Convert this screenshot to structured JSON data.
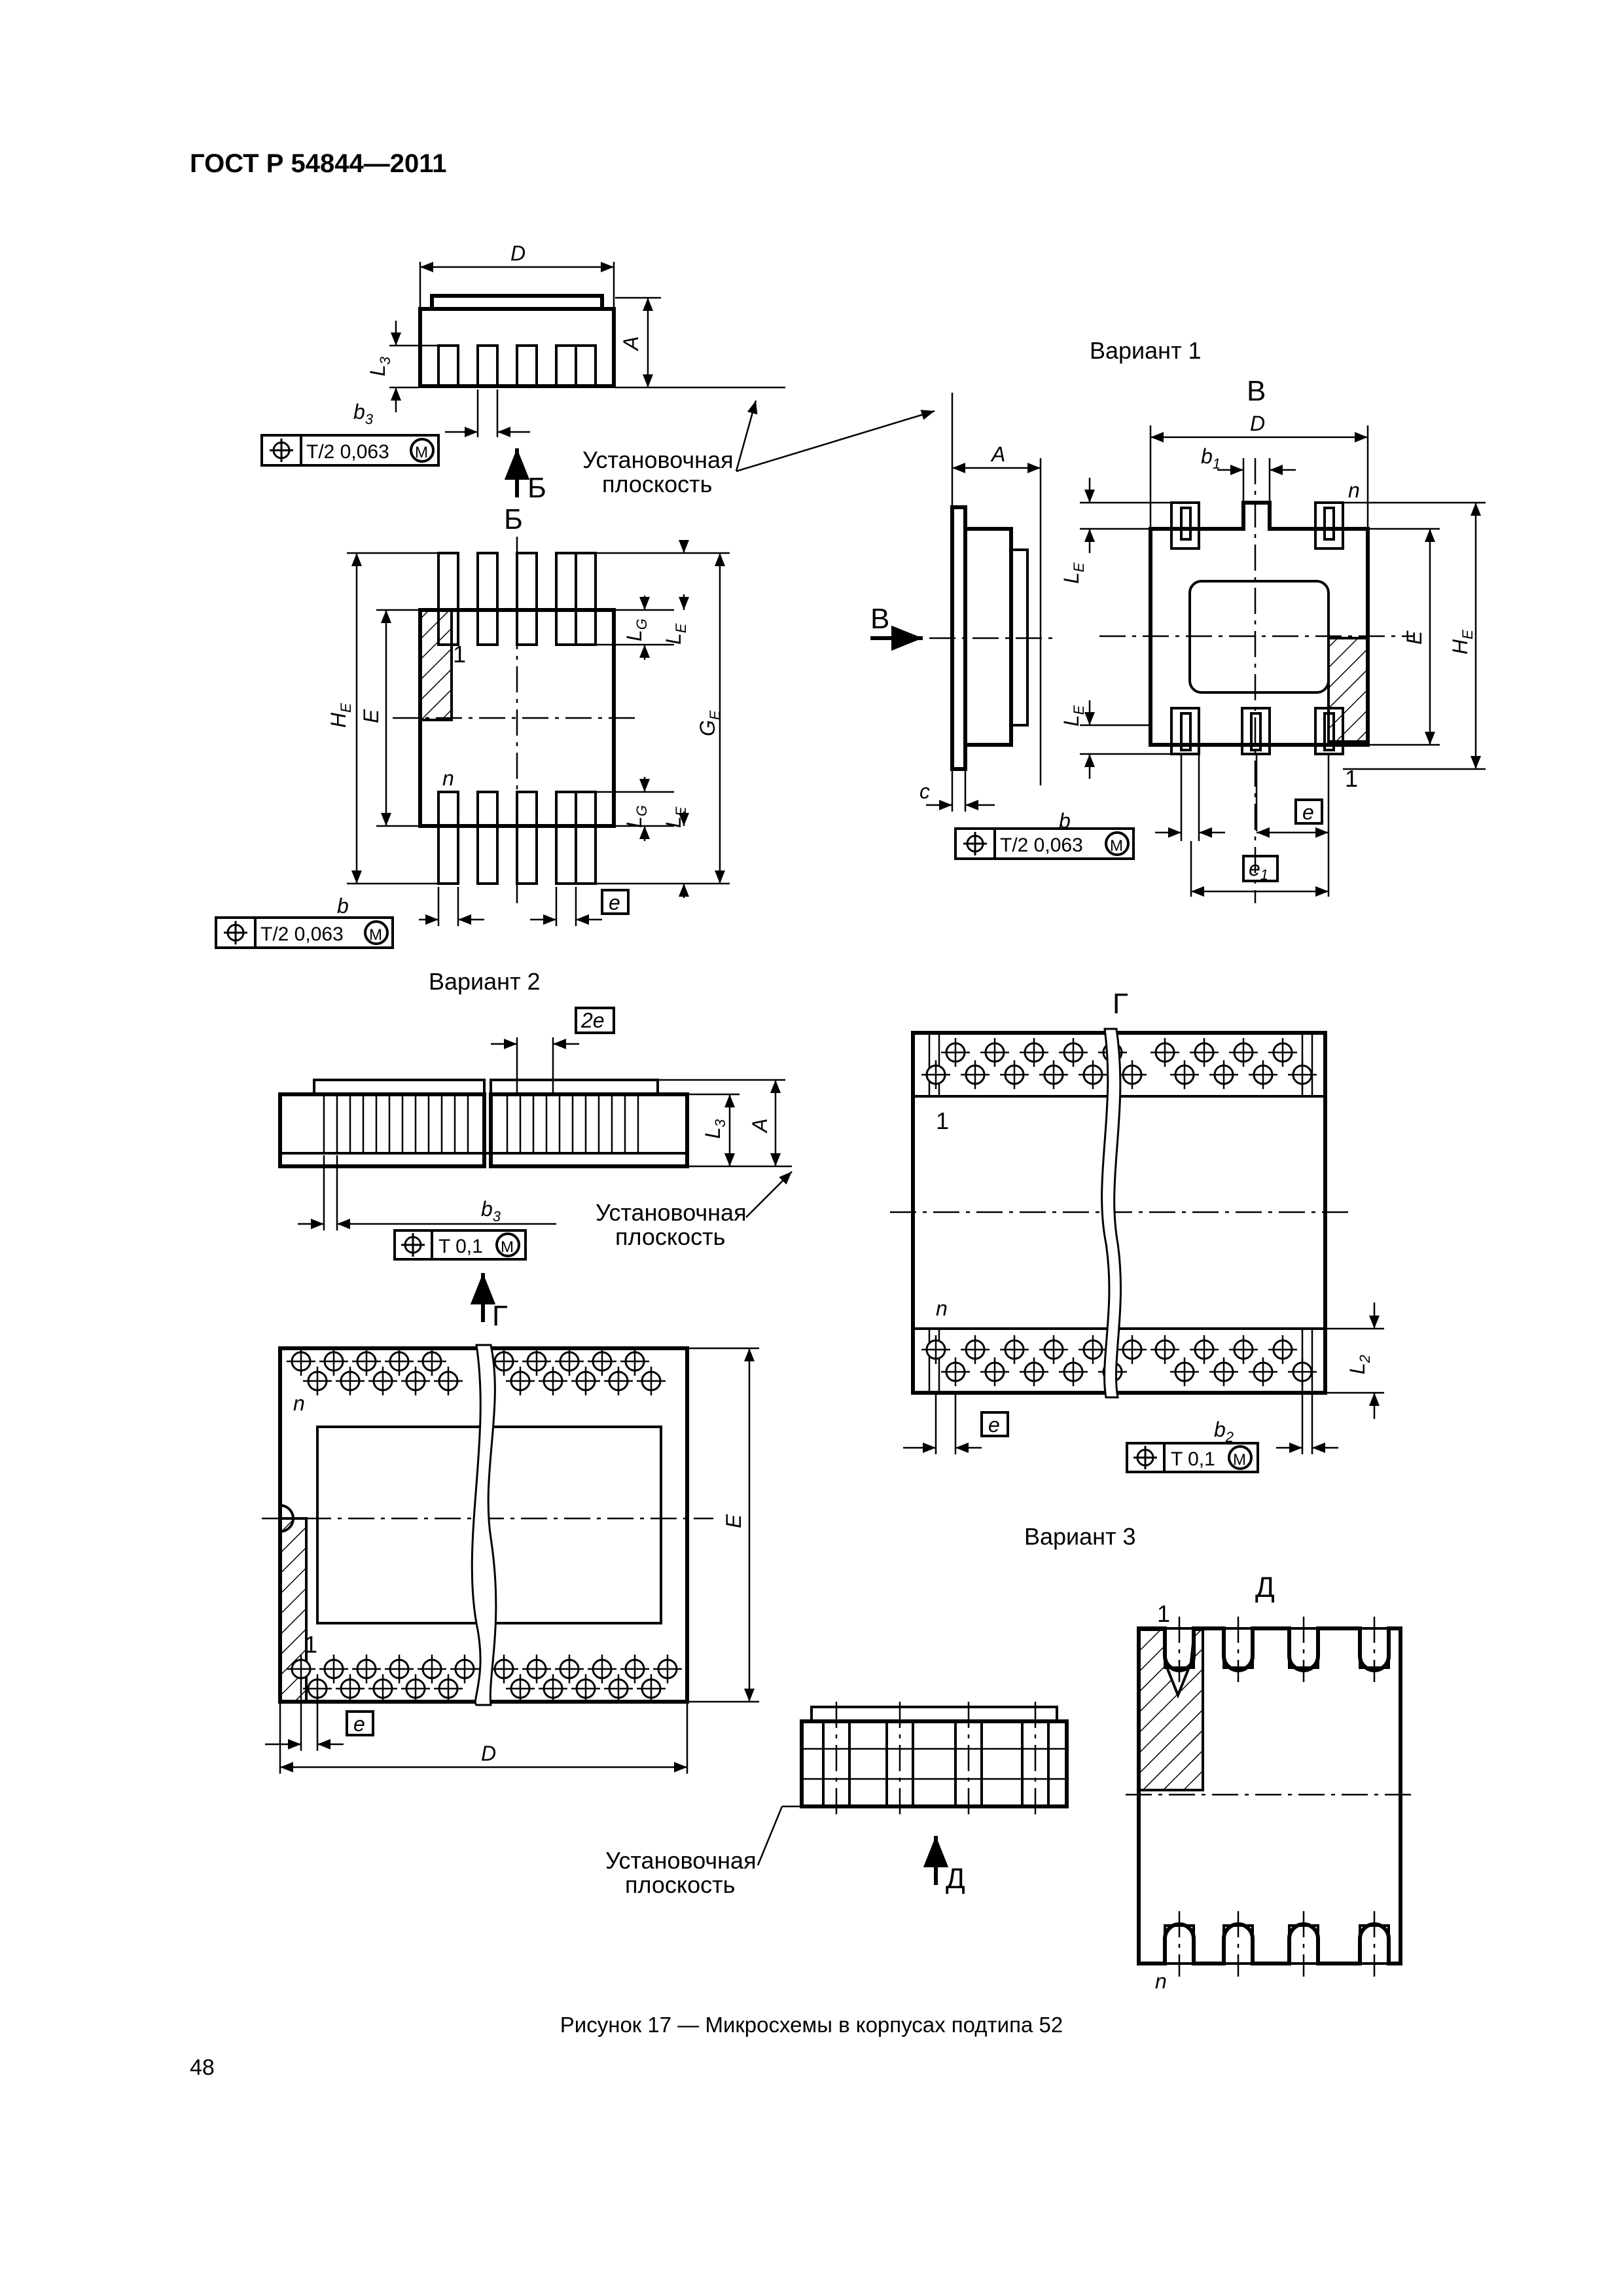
{
  "header": {
    "standard": "ГОСТ Р 54844—2011"
  },
  "variants": {
    "v1": "Вариант 1",
    "v2": "Вариант 2",
    "v3": "Вариант 3"
  },
  "views": {
    "b": "Б",
    "v": "В",
    "g": "Г",
    "d": "Д"
  },
  "labels": {
    "mount_plane_1": "Установочная",
    "mount_plane_2": "плоскость",
    "pin1": "1",
    "pinn": "n"
  },
  "dims": {
    "D": "D",
    "A": "A",
    "E": "E",
    "HE": "H",
    "HE_sub": "E",
    "GE": "G",
    "GE_sub": "E",
    "LE": "L",
    "LE_sub": "E",
    "LG": "L",
    "LG_sub": "G",
    "L3": "L",
    "L3_sub": "3",
    "L2": "L",
    "L2_sub": "2",
    "b": "b",
    "b1": "b",
    "b1_sub": "1",
    "b2": "b",
    "b2_sub": "2",
    "b3": "b",
    "b3_sub": "3",
    "c": "c",
    "e": "e",
    "e1": "e",
    "e1_sub": "1",
    "e2": "2e"
  },
  "tolerances": {
    "t1_text": "T/2 0,063",
    "t2_text": "T/2 0,063",
    "t3_text": "T/2 0,063",
    "t4_text": "T 0,1",
    "t5_text": "T 0,1",
    "m": "M",
    "symbol": "position-icon"
  },
  "caption": "Рисунок 17 — Микросхемы в корпусах подтипа 52",
  "page_number": "48"
}
